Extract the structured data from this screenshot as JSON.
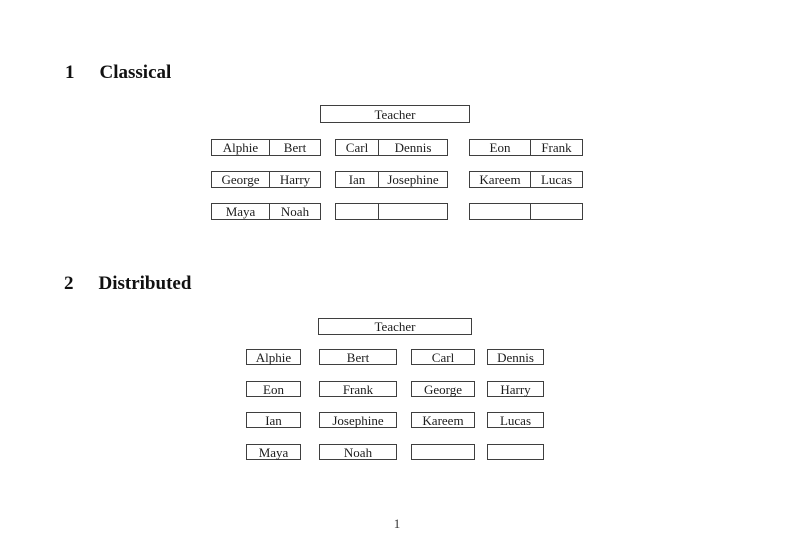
{
  "document": {
    "page_number": "1",
    "colors": {
      "background": "#ffffff",
      "text": "#1c1c1c",
      "box_border": "#3f3f3f"
    },
    "sections": [
      {
        "number": "1",
        "title": "Classical",
        "teacher": "Teacher",
        "rows": [
          [
            [
              "Alphie",
              "Bert"
            ],
            [
              "Carl",
              "Dennis"
            ],
            [
              "Eon",
              "Frank"
            ]
          ],
          [
            [
              "George",
              "Harry"
            ],
            [
              "Ian",
              "Josephine"
            ],
            [
              "Kareem",
              "Lucas"
            ]
          ],
          [
            [
              "Maya",
              "Noah"
            ],
            [
              "",
              ""
            ],
            [
              "",
              ""
            ]
          ]
        ]
      },
      {
        "number": "2",
        "title": "Distributed",
        "teacher": "Teacher",
        "rows": [
          [
            "Alphie",
            "Bert",
            "Carl",
            "Dennis"
          ],
          [
            "Eon",
            "Frank",
            "George",
            "Harry"
          ],
          [
            "Ian",
            "Josephine",
            "Kareem",
            "Lucas"
          ],
          [
            "Maya",
            "Noah",
            "",
            ""
          ]
        ]
      }
    ]
  }
}
